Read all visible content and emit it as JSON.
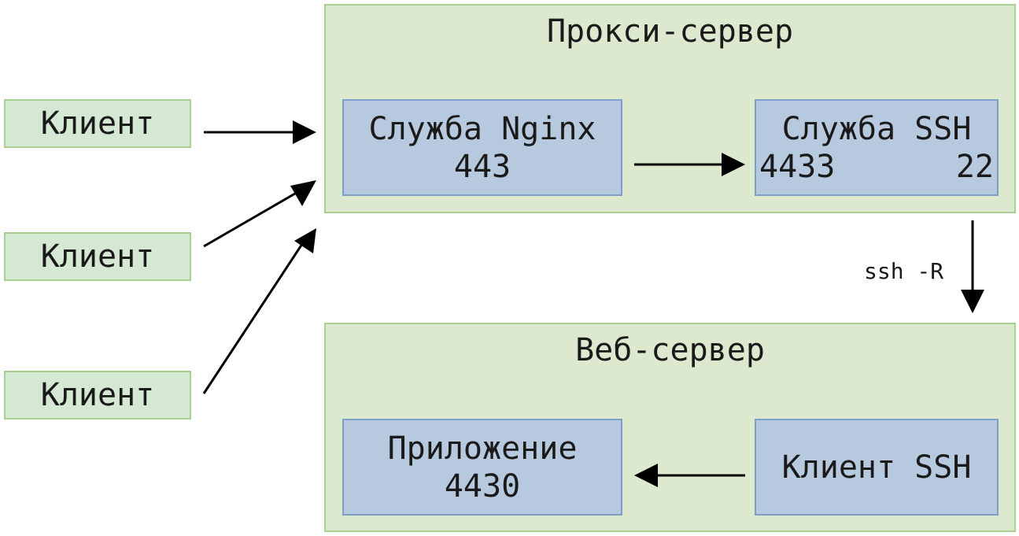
{
  "clients": [
    {
      "label": "Клиент"
    },
    {
      "label": "Клиент"
    },
    {
      "label": "Клиент"
    }
  ],
  "proxy_server": {
    "title": "Прокси-сервер",
    "nginx": {
      "name": "Служба Nginx",
      "port": "443"
    },
    "ssh_service": {
      "name": "Служба SSH",
      "port_in": "4433",
      "port_out": "22"
    }
  },
  "tunnel": {
    "command": "ssh -R"
  },
  "web_server": {
    "title": "Веб-сервер",
    "app": {
      "name": "Приложение",
      "port": "4430"
    },
    "ssh_client": {
      "name": "Клиент SSH"
    }
  },
  "colors": {
    "client_fill": "#d5e8d4",
    "server_fill": "#dde9cf",
    "service_fill": "#b6c9df",
    "arrow": "#000000"
  }
}
